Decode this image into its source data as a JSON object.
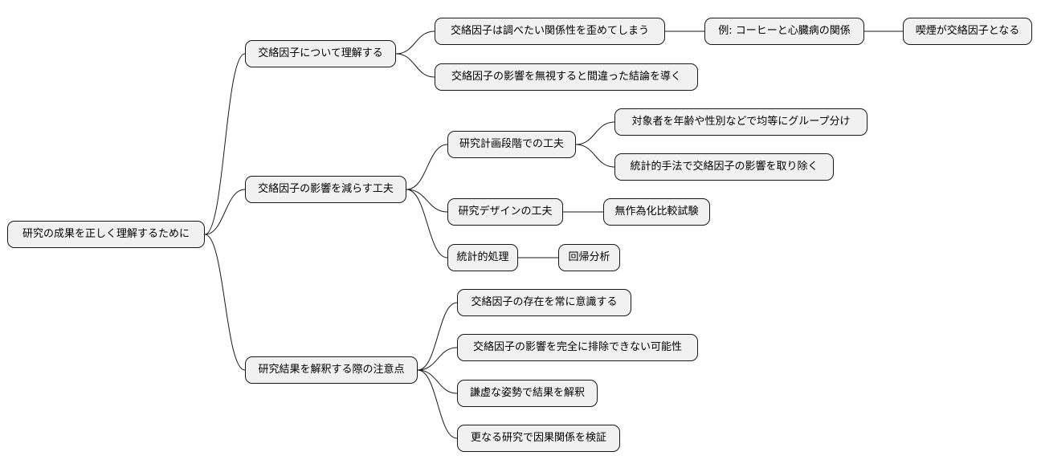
{
  "root": "研究の成果を正しく理解するために",
  "branches": [
    {
      "label": "交絡因子について理解する",
      "children": [
        {
          "label": "交絡因子は調べたい関係性を歪めてしまう",
          "chain": [
            "例: コーヒーと心臓病の関係",
            "喫煙が交絡因子となる"
          ]
        },
        {
          "label": "交絡因子の影響を無視すると間違った結論を導く"
        }
      ]
    },
    {
      "label": "交絡因子の影響を減らす工夫",
      "children": [
        {
          "label": "研究計画段階での工夫",
          "children": [
            "対象者を年齢や性別などで均等にグループ分け",
            "統計的手法で交絡因子の影響を取り除く"
          ]
        },
        {
          "label": "研究デザインの工夫",
          "chain": [
            "無作為化比較試験"
          ]
        },
        {
          "label": "統計的処理",
          "chain": [
            "回帰分析"
          ]
        }
      ]
    },
    {
      "label": "研究結果を解釈する際の注意点",
      "children": [
        {
          "label": "交絡因子の存在を常に意識する"
        },
        {
          "label": "交絡因子の影響を完全に排除できない可能性"
        },
        {
          "label": "謙虚な姿勢で結果を解釈"
        },
        {
          "label": "更なる研究で因果関係を検証"
        }
      ]
    }
  ]
}
